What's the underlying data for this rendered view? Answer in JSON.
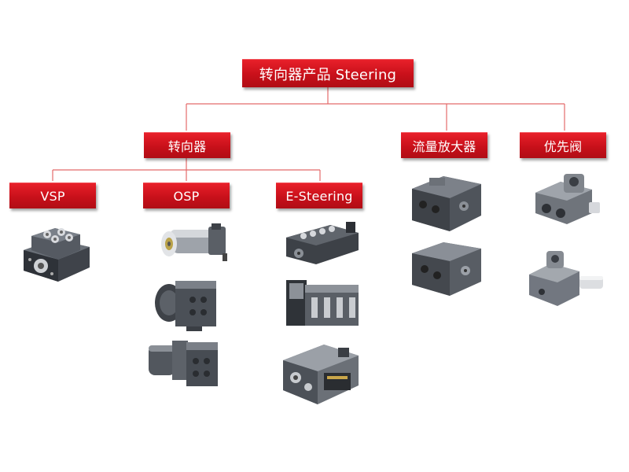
{
  "nodes": {
    "root": "转向器产品 Steering",
    "steering": "转向器",
    "flow_amplifier": "流量放大器",
    "priority_valve": "优先阀",
    "vsp": "VSP",
    "osp": "OSP",
    "esteering": "E-Steering"
  },
  "colors": {
    "node_red": "#d0121c",
    "line_red": "#e46a6a",
    "metal_dark": "#4a4e55",
    "metal_mid": "#6e737b",
    "metal_light": "#a9adb3"
  },
  "product_icons": [
    "vsp-orbital-unit-image",
    "osp-motor-unit-image",
    "osp-unit-image",
    "osp-unit-side-image",
    "esteering-valve-block-image",
    "esteering-valve-stack-image",
    "esteering-proportional-valve-image",
    "flow-amplifier-image-1",
    "flow-amplifier-image-2",
    "priority-valve-image-1",
    "priority-valve-image-2"
  ]
}
